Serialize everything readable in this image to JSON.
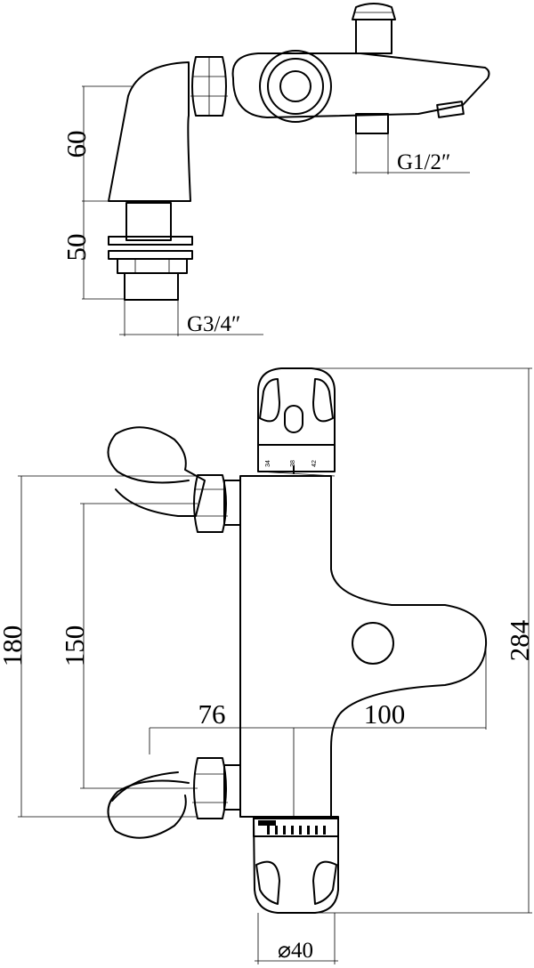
{
  "side_view": {
    "dim_height_upper": "60",
    "dim_height_lower": "50",
    "outlet_thread": "G1/2″",
    "inlet_thread": "G3/4″"
  },
  "front_view": {
    "dim_inlet_outer": "180",
    "dim_inlet_centers": "150",
    "dim_body_to_knob": "76",
    "dim_spout_reach": "100",
    "dim_total_height": "284",
    "dim_knob_diameter": "⌀40",
    "temp_scale": [
      "34",
      "38",
      "42"
    ]
  }
}
